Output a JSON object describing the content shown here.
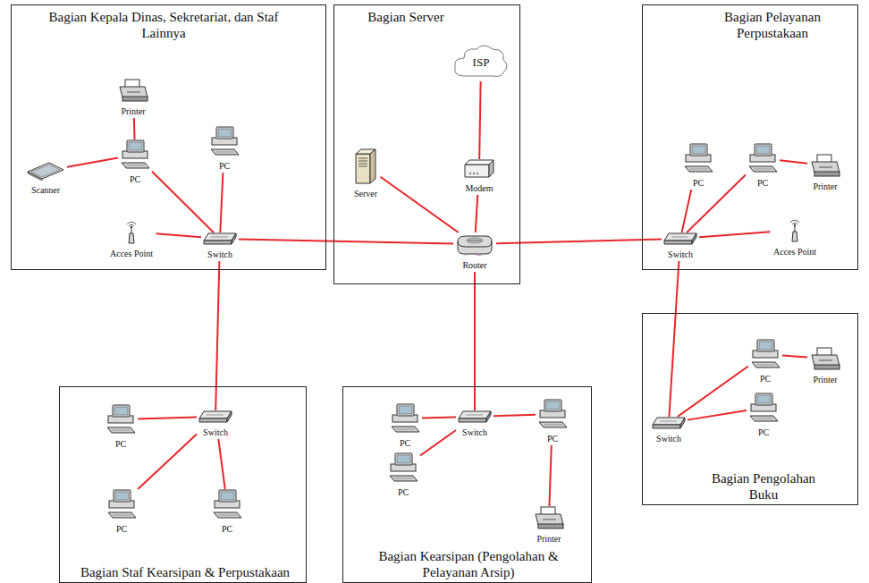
{
  "diagram": {
    "nodes": [
      {
        "text": [
          "Bagian Kepala Dinas, Sekretariat, dan Staf Lainnya"
        ]
      },
      {
        "text": [
          "Printer"
        ],
        "in": 0
      },
      {
        "text": [
          "Scanner"
        ],
        "in": 0
      },
      {
        "text": [
          "PC"
        ],
        "in": 0
      },
      {
        "text": [
          "PC"
        ],
        "in": 0
      },
      {
        "text": [
          "Acces Point"
        ],
        "in": 0
      },
      {
        "text": [
          "Switch"
        ],
        "in": 0
      },
      {
        "text": [
          "Bagian Server"
        ]
      },
      {
        "text": [
          "ISP"
        ],
        "in": 7
      },
      {
        "text": [
          "Server"
        ],
        "in": 7
      },
      {
        "text": [
          "Modem"
        ],
        "in": 7
      },
      {
        "text": [
          "Router"
        ],
        "in": 7
      },
      {
        "text": [
          "Bagian Pelayanan Perpustakaan"
        ]
      },
      {
        "text": [
          "PC"
        ],
        "in": 12
      },
      {
        "text": [
          "PC"
        ],
        "in": 12
      },
      {
        "text": [
          "Printer"
        ],
        "in": 12
      },
      {
        "text": [
          "Switch"
        ],
        "in": 12
      },
      {
        "text": [
          "Acces Point"
        ],
        "in": 12
      },
      {
        "text": [
          "Bagian Pengolahan Buku"
        ]
      },
      {
        "text": [
          "PC"
        ],
        "in": 18
      },
      {
        "text": [
          "Printer"
        ],
        "in": 18
      },
      {
        "text": [
          "Switch"
        ],
        "in": 18
      },
      {
        "text": [
          "PC"
        ],
        "in": 18
      },
      {
        "text": [
          "Bagian Staf Kearsipan & Perpustakaan"
        ]
      },
      {
        "text": [
          "PC"
        ],
        "in": 23
      },
      {
        "text": [
          "Switch"
        ],
        "in": 23
      },
      {
        "text": [
          "PC"
        ],
        "in": 23
      },
      {
        "text": [
          "PC"
        ],
        "in": 23
      },
      {
        "text": [
          "Bagian Kearsipan (Pengolahan & Pelayanan Arsip)"
        ]
      },
      {
        "text": [
          "PC"
        ],
        "in": 28
      },
      {
        "text": [
          "Switch"
        ],
        "in": 28
      },
      {
        "text": [
          "PC"
        ],
        "in": 28
      },
      {
        "text": [
          "PC"
        ],
        "in": 28
      },
      {
        "text": [
          "Printer"
        ],
        "in": 28
      }
    ],
    "edges": [
      {
        "from": 1,
        "to": 3,
        "arrow": "none"
      },
      {
        "from": 2,
        "to": 3,
        "arrow": "none"
      },
      {
        "from": 3,
        "to": 6,
        "arrow": "none"
      },
      {
        "from": 4,
        "to": 6,
        "arrow": "none"
      },
      {
        "from": 5,
        "to": 6,
        "arrow": "none"
      },
      {
        "from": 6,
        "to": 11,
        "arrow": "none"
      },
      {
        "from": 6,
        "to": 25,
        "arrow": "none"
      },
      {
        "from": 8,
        "to": 10,
        "arrow": "none"
      },
      {
        "from": 10,
        "to": 11,
        "arrow": "none"
      },
      {
        "from": 9,
        "to": 11,
        "arrow": "none"
      },
      {
        "from": 11,
        "to": 16,
        "arrow": "none"
      },
      {
        "from": 11,
        "to": 30,
        "arrow": "none"
      },
      {
        "from": 16,
        "to": 13,
        "arrow": "none"
      },
      {
        "from": 16,
        "to": 14,
        "arrow": "none"
      },
      {
        "from": 14,
        "to": 15,
        "arrow": "none"
      },
      {
        "from": 16,
        "to": 17,
        "arrow": "none"
      },
      {
        "from": 16,
        "to": 21,
        "arrow": "none"
      },
      {
        "from": 21,
        "to": 19,
        "arrow": "none"
      },
      {
        "from": 19,
        "to": 20,
        "arrow": "none"
      },
      {
        "from": 21,
        "to": 22,
        "arrow": "none"
      },
      {
        "from": 25,
        "to": 24,
        "arrow": "none"
      },
      {
        "from": 25,
        "to": 26,
        "arrow": "none"
      },
      {
        "from": 25,
        "to": 27,
        "arrow": "none"
      },
      {
        "from": 30,
        "to": 29,
        "arrow": "none"
      },
      {
        "from": 30,
        "to": 31,
        "arrow": "none"
      },
      {
        "from": 30,
        "to": 32,
        "arrow": "none"
      },
      {
        "from": 31,
        "to": 33,
        "arrow": "none"
      }
    ]
  }
}
